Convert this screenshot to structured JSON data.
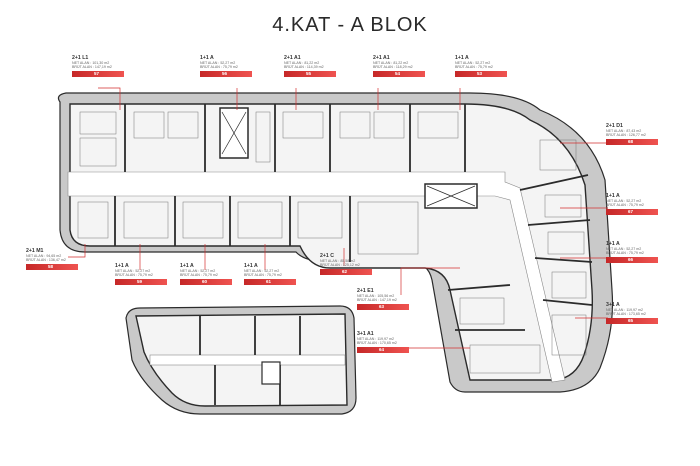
{
  "title": "4.KAT - A BLOK",
  "labels": {
    "net": "NET ALAN :",
    "gross": "BRÜT ALAN :"
  },
  "units": [
    {
      "no": "57",
      "type": "2+1 L1",
      "net": "101,30 m2",
      "gross": "147,19 m2"
    },
    {
      "no": "56",
      "type": "1+1 A",
      "net": "52,27 m2",
      "gross": "75,79 m2"
    },
    {
      "no": "55",
      "type": "2+1 A1",
      "net": "81,22 m2",
      "gross": "114,39 m2"
    },
    {
      "no": "54",
      "type": "2+1 A1",
      "net": "81,22 m2",
      "gross": "118,29 m2"
    },
    {
      "no": "53",
      "type": "1+1 A",
      "net": "52,27 m2",
      "gross": "75,79 m2"
    },
    {
      "no": "68",
      "type": "2+1 D1",
      "net": "87,43 m2",
      "gross": "126,77 m2"
    },
    {
      "no": "67",
      "type": "1+1 A",
      "net": "52,27 m2",
      "gross": "75,79 m2"
    },
    {
      "no": "66",
      "type": "1+1 A",
      "net": "52,27 m2",
      "gross": "75,79 m2"
    },
    {
      "no": "65",
      "type": "3+1 A",
      "net": "119,97 m2",
      "gross": "173,65 m2"
    },
    {
      "no": "64",
      "type": "3+1 A1",
      "net": "119,97 m2",
      "gross": "170,65 m2"
    },
    {
      "no": "63",
      "type": "2+1 E1",
      "net": "105,56 m2",
      "gross": "147,19 m2"
    },
    {
      "no": "62",
      "type": "2+1 C",
      "net": "85,58 m2",
      "gross": "125,12 m2"
    },
    {
      "no": "61",
      "type": "1+1 A",
      "net": "52,27 m2",
      "gross": "75,79 m2"
    },
    {
      "no": "60",
      "type": "1+1 A",
      "net": "52,27 m2",
      "gross": "75,79 m2"
    },
    {
      "no": "59",
      "type": "1+1 A",
      "net": "52,27 m2",
      "gross": "75,79 m2"
    },
    {
      "no": "58",
      "type": "2+1 M1",
      "net": "94,65 m2",
      "gross": "136,47 m2"
    }
  ],
  "colors": {
    "accent": "#d32f2f",
    "wall": "#2b2b2b",
    "terrace": "#c9c9c9",
    "floor": "#f4f4f4",
    "corridor": "#ffffff"
  }
}
